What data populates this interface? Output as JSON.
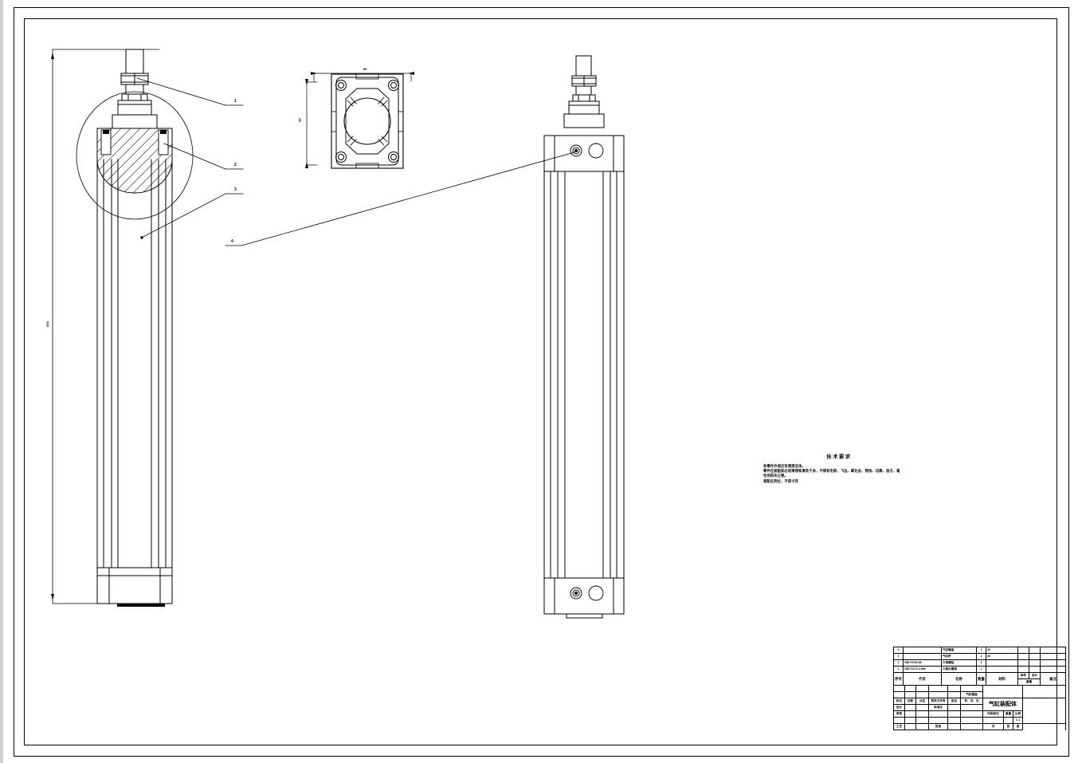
{
  "drawing": {
    "kind": "mechanical-assembly-drawing",
    "sheet_title": "气缸装配体",
    "scale": "1:1",
    "frame": {
      "outer": "double-line border",
      "units": "mm"
    }
  },
  "views": {
    "front_detail": {
      "name": "front-elevation-with-detail-circle",
      "overall_height_dim": "600",
      "callouts": [
        "1",
        "2",
        "3",
        "4"
      ]
    },
    "top_view": {
      "name": "end-flange-top-view",
      "width_dim": "80",
      "height_dim": "80",
      "bolt_holes": 4
    },
    "side_view": {
      "name": "side-elevation",
      "ports": 2
    }
  },
  "callouts": [
    {
      "id": "1",
      "label": "1"
    },
    {
      "id": "2",
      "label": "2"
    },
    {
      "id": "3",
      "label": "3"
    },
    {
      "id": "4",
      "label": "4"
    }
  ],
  "tech_req": {
    "title": "技术要求",
    "lines": [
      "各零件外观应目测测洁净。",
      "零件在装配前必须清理和清洗干净，不得有毛刺、飞边、氧化皮、锈蚀、切屑、油污、着",
      "色剂和灰尘等。",
      "装配应到位，不得卡死"
    ]
  },
  "title_block": {
    "parts_header": {
      "no": "序号",
      "code": "代号",
      "name": "名称",
      "qty": "数量",
      "material": "材料",
      "weight_single": "单件",
      "weight_total": "总计",
      "weight_group": "重量",
      "remark": "备注"
    },
    "parts": [
      {
        "no": "4",
        "code": "",
        "name": "气缸端盖",
        "qty": "1",
        "material": "45",
        "w1": "",
        "w2": "",
        "remark": ""
      },
      {
        "no": "3",
        "code": "",
        "name": "气缸杆",
        "qty": "1",
        "material": "45",
        "w1": "",
        "w2": "",
        "remark": ""
      },
      {
        "no": "2",
        "code": "GB/T5780-86",
        "name": "六角螺栓",
        "qty": "4",
        "material": "",
        "w1": "",
        "w2": "",
        "remark": ""
      },
      {
        "no": "1",
        "code": "GB/T6170.2-850",
        "name": "六角头螺母",
        "qty": "1",
        "material": "",
        "w1": "",
        "w2": "",
        "remark": ""
      }
    ],
    "revision_header": [
      "标记",
      "处数",
      "分区",
      "更改文件号",
      "签名",
      "年、月、日"
    ],
    "roles": [
      {
        "label": "设计",
        "name": "",
        "date": ""
      },
      {
        "label": "审核",
        "name": "",
        "date": ""
      },
      {
        "label": "工艺",
        "name": "",
        "date": ""
      }
    ],
    "role_right": [
      {
        "label": "标准化",
        "name": "",
        "date": ""
      },
      {
        "label": "批准",
        "name": "",
        "date": ""
      }
    ],
    "stage_header": {
      "stage": "阶段标记",
      "weight": "重量",
      "scale": "比例"
    },
    "stage_value": {
      "scale": "1:1"
    },
    "sheet_footer": [
      "共",
      "张",
      "第",
      "张"
    ],
    "drawing_name": "气缸装配体",
    "part_name_cell": "气缸端盖"
  }
}
